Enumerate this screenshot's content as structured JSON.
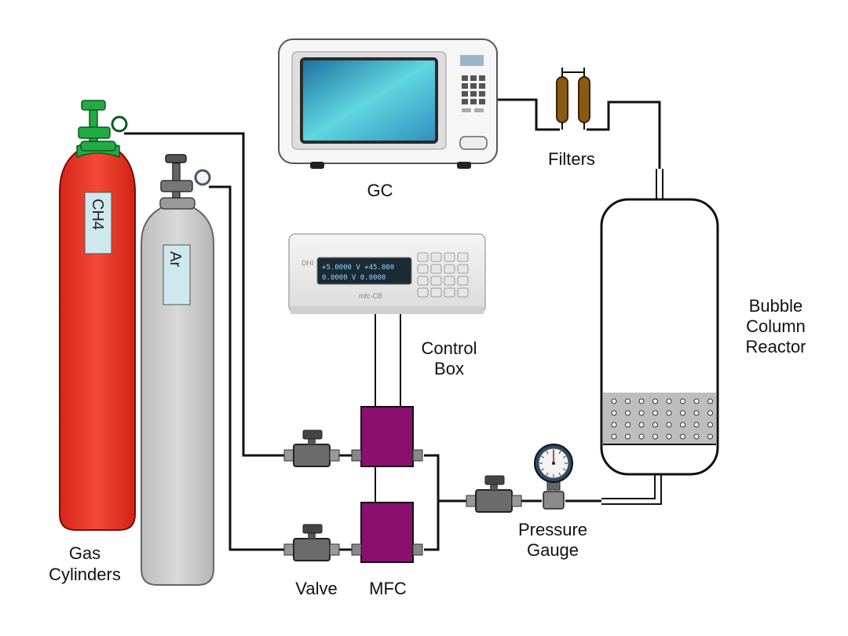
{
  "labels": {
    "gc": "GC",
    "filters": "Filters",
    "reactor_line1": "Bubble",
    "reactor_line2": "Column",
    "reactor_line3": "Reactor",
    "control_line1": "Control",
    "control_line2": "Box",
    "pressure_line1": "Pressure",
    "pressure_line2": "Gauge",
    "cylinders_line1": "Gas",
    "cylinders_line2": "Cylinders",
    "valve": "Valve",
    "mfc": "MFC",
    "ch4": "CH4",
    "ar": "Ar"
  },
  "control_box": {
    "brand": "DHI",
    "model": "mfc-CB",
    "display_line1": "+5.0000 V   +45.000",
    "display_line2": "0.0000 V     0.0000"
  },
  "colors": {
    "ch4_cylinder": "#ef3b2c",
    "ch4_valve": "#22aa44",
    "ar_cylinder": "#c8c8c8",
    "mfc": "#8a0f6e",
    "valve": "#6b6b6b",
    "filter": "#8a5a12",
    "gc_screen": "#3fa7c9",
    "reactor_packing": "#bdbdbd",
    "pipe": "#111111"
  }
}
